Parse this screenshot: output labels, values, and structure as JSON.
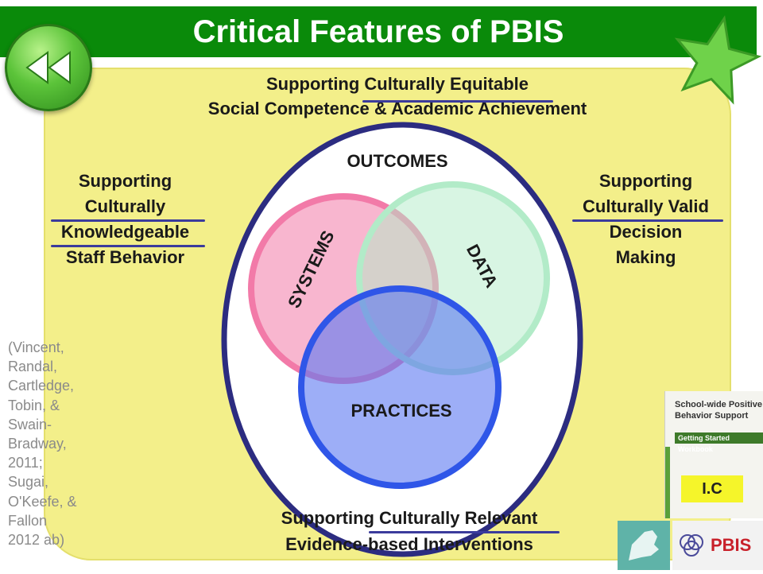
{
  "title": "Critical Features of PBIS",
  "top_text": [
    "Supporting Culturally Equitable",
    "Social Competence & Academic Achievement"
  ],
  "left_text": [
    "Supporting",
    "Culturally",
    "Knowledgeable",
    "Staff Behavior"
  ],
  "right_text": [
    "Supporting",
    "Culturally Valid",
    "Decision",
    "Making"
  ],
  "bottom_text": [
    "Supporting Culturally Relevant",
    "Evidence-based Interventions"
  ],
  "venn": {
    "outcomes": "OUTCOMES",
    "systems": "SYSTEMS",
    "data": "DATA",
    "practices": "PRACTICES"
  },
  "citation": "(Vincent,\nRandal,\nCartledge,\nTobin, &\nSwain-\nBradway,\n2011;\nSugai,\nO'Keefe, &\nFallon\n2012 ab)",
  "workbook": {
    "heading": "School-wide Positive\nBehavior Support",
    "band": "Getting Started Workbook",
    "code": "I.C"
  },
  "logo": "PBIS",
  "colors": {
    "title_bar": "#0a8a0a",
    "panel": "#f3ef8a",
    "systems": "#f27aa8",
    "data": "#b2ebc8",
    "practices": "#5b78f2",
    "outer_ring": "#2c2c80"
  },
  "icons": [
    "rewind-icon",
    "star-icon",
    "map-icon",
    "pbis-logo-icon"
  ]
}
